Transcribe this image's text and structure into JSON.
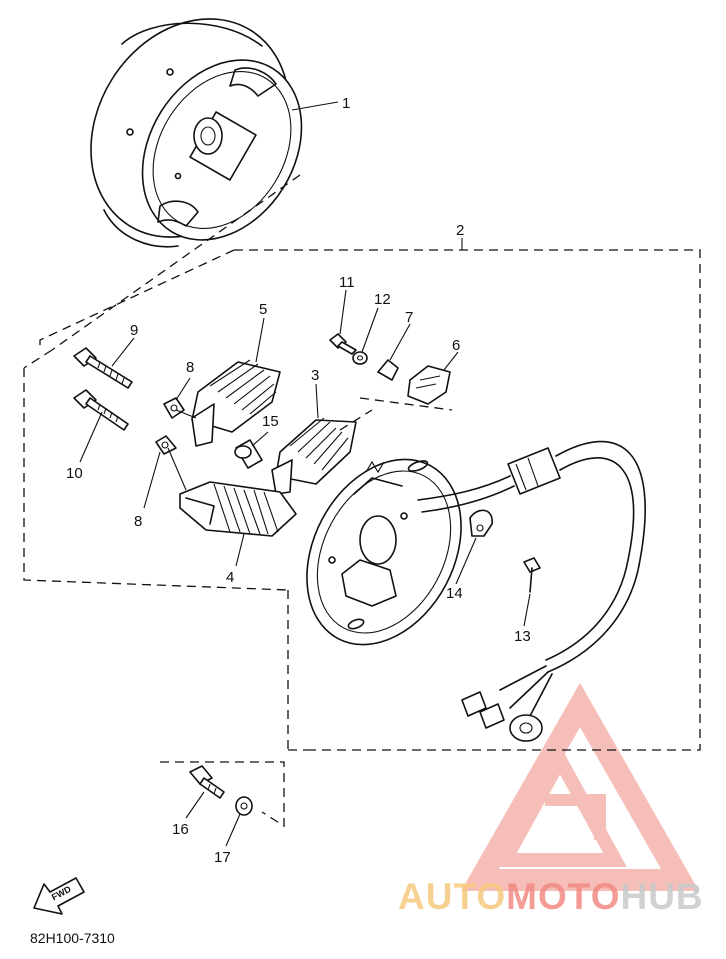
{
  "parts": {
    "p1": "1",
    "p2": "2",
    "p3": "3",
    "p4": "4",
    "p5": "5",
    "p6": "6",
    "p7": "7",
    "p8a": "8",
    "p8b": "8",
    "p9": "9",
    "p10": "10",
    "p11": "11",
    "p12": "12",
    "p13": "13",
    "p14": "14",
    "p15": "15",
    "p16": "16",
    "p17": "17"
  },
  "fwd_label": "FWD",
  "diagram_code": "82H100-7310",
  "watermark": {
    "part1": "AUTO",
    "part2": "MOTO",
    "part3": "HUB"
  },
  "colors": {
    "watermark_orange": "#f6c97f",
    "watermark_red": "#f28a82",
    "watermark_grey": "#c9c9c9"
  }
}
